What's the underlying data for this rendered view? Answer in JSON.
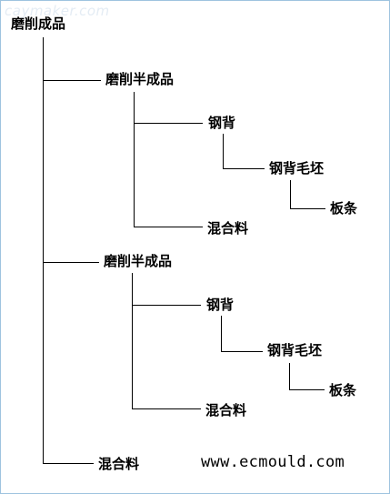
{
  "watermark": "caymaker.com",
  "root": "磨削成品",
  "branch1": {
    "label": "磨削半成品",
    "steel_back": "钢背",
    "blank": "钢背毛坯",
    "strip": "板条",
    "mix": "混合料"
  },
  "branch2": {
    "label": "磨削半成品",
    "steel_back": "钢背",
    "blank": "钢背毛坯",
    "strip": "板条",
    "mix": "混合料"
  },
  "root_mix": "混合料",
  "site": "www.ecmould.com"
}
